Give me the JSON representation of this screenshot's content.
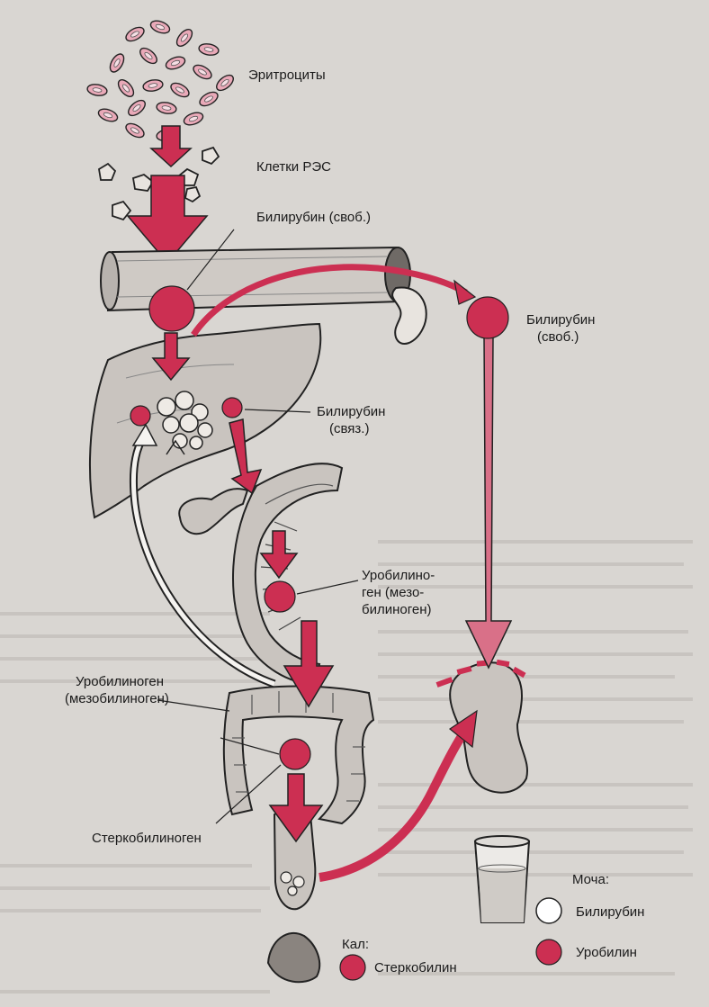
{
  "labels": {
    "erythrocytes": "Эритроциты",
    "res_cells": "Клетки РЭС",
    "bilirubin_free_top": "Билирубин (своб.)",
    "bilirubin_free_right_1": "Билирубин",
    "bilirubin_free_right_2": "(своб.)",
    "bilirubin_bound_1": "Билирубин",
    "bilirubin_bound_2": "(связ.)",
    "urobilinogen_1": "Уробилино-",
    "urobilinogen_2": "ген (мезо-",
    "urobilinogen_3": "билиноген)",
    "urobilinogen_left_1": "Уробилиноген",
    "urobilinogen_left_2": "(мезобилиноген)",
    "stercobilinogen": "Стеркобилиноген",
    "urine": "Моча:",
    "urine_bilirubin": "Билирубин",
    "urine_urobilin": "Уробилин",
    "feces": "Кал:",
    "feces_stercobilin": "Стеркобилин"
  },
  "colors": {
    "pigment": "#cc2f52",
    "pigment_light": "#d97088",
    "organ": "#c9c4bf",
    "line": "#222222",
    "background": "#d9d6d2"
  }
}
